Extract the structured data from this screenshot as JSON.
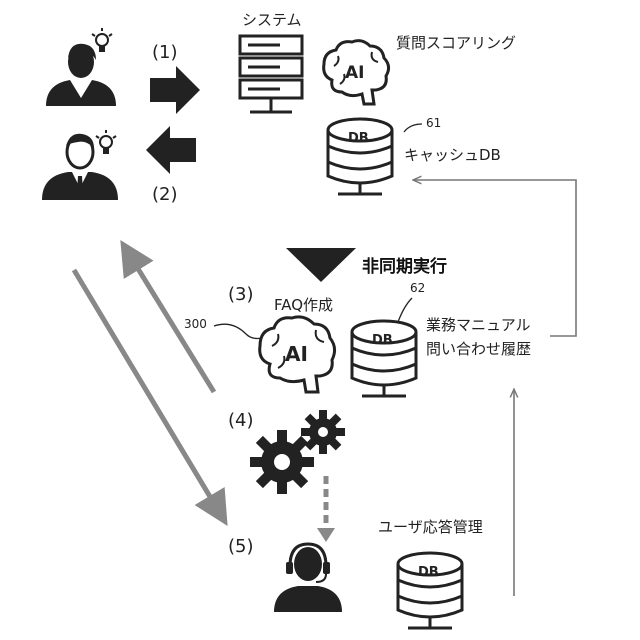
{
  "labels": {
    "system": "システム",
    "quality_scoring": "質問スコアリング",
    "cache_db": "キャッシュDB",
    "async_exec": "非同期実行",
    "faq_creation": "FAQ作成",
    "business_manual": "業務マニュアル",
    "inquiry_history": "問い合わせ履歴",
    "user_response_mgmt": "ユーザ応答管理"
  },
  "steps": {
    "s1": "(1)",
    "s2": "(2)",
    "s3": "(3)",
    "s4": "(4)",
    "s5": "(5)"
  },
  "refs": {
    "r61": "61",
    "r62": "62",
    "r300": "300"
  },
  "icon_text": {
    "db": "DB",
    "ai": "AI"
  }
}
